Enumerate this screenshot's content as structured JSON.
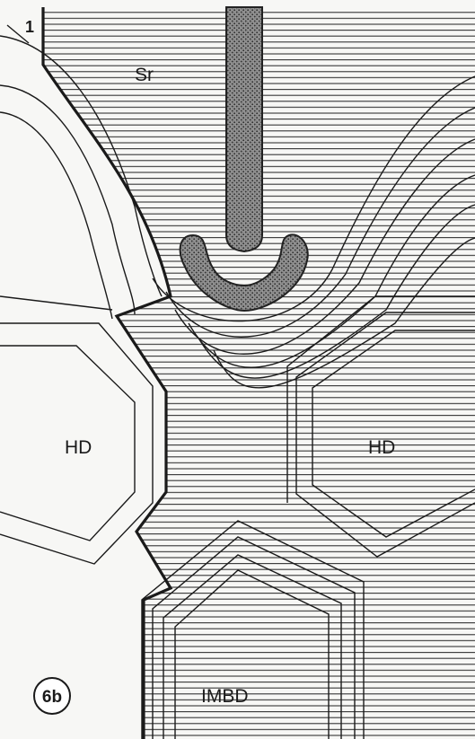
{
  "figure": {
    "panel_number": "1",
    "panel_badge": "6b",
    "labels": {
      "sr": "Sr",
      "hd_left": "HD",
      "hd_right": "HD",
      "imbd": "IMBD"
    },
    "colors": {
      "background": "#f7f7f5",
      "hatch": "#2b2b2b",
      "outline": "#1a1a1a",
      "stipple": "#555555"
    }
  }
}
